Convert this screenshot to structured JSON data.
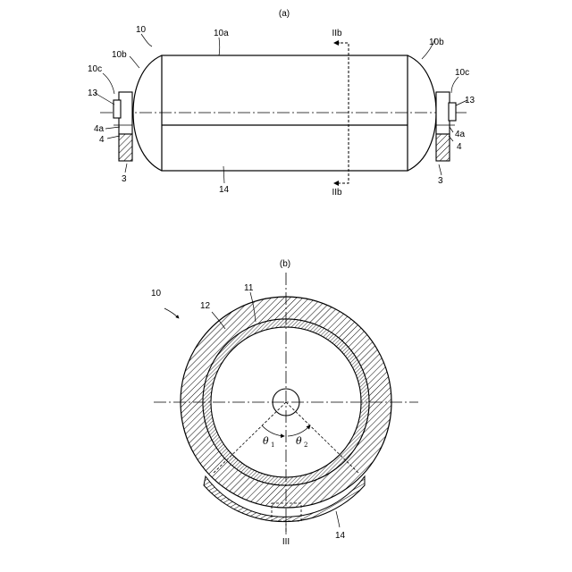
{
  "view_a": {
    "title": "(a)",
    "labels": {
      "ref_10": "10",
      "ref_10a": "10a",
      "ref_10b_left": "10b",
      "ref_10b_right": "10b",
      "ref_10c_left": "10c",
      "ref_10c_right": "10c",
      "ref_13_left": "13",
      "ref_13_right": "13",
      "ref_4a_left": "4a",
      "ref_4a_right": "4a",
      "ref_4_left": "4",
      "ref_4_right": "4",
      "ref_3_left": "3",
      "ref_3_right": "3",
      "ref_14": "14",
      "section_top": "IIb",
      "section_bottom": "IIb"
    }
  },
  "view_b": {
    "title": "(b)",
    "labels": {
      "ref_10": "10",
      "ref_11": "11",
      "ref_12": "12",
      "ref_14": "14",
      "detail_iii": "III",
      "theta1": "θ",
      "theta1_sub": "1",
      "theta2": "θ",
      "theta2_sub": "2"
    }
  },
  "colors": {
    "line": "#000000",
    "background": "#ffffff"
  }
}
